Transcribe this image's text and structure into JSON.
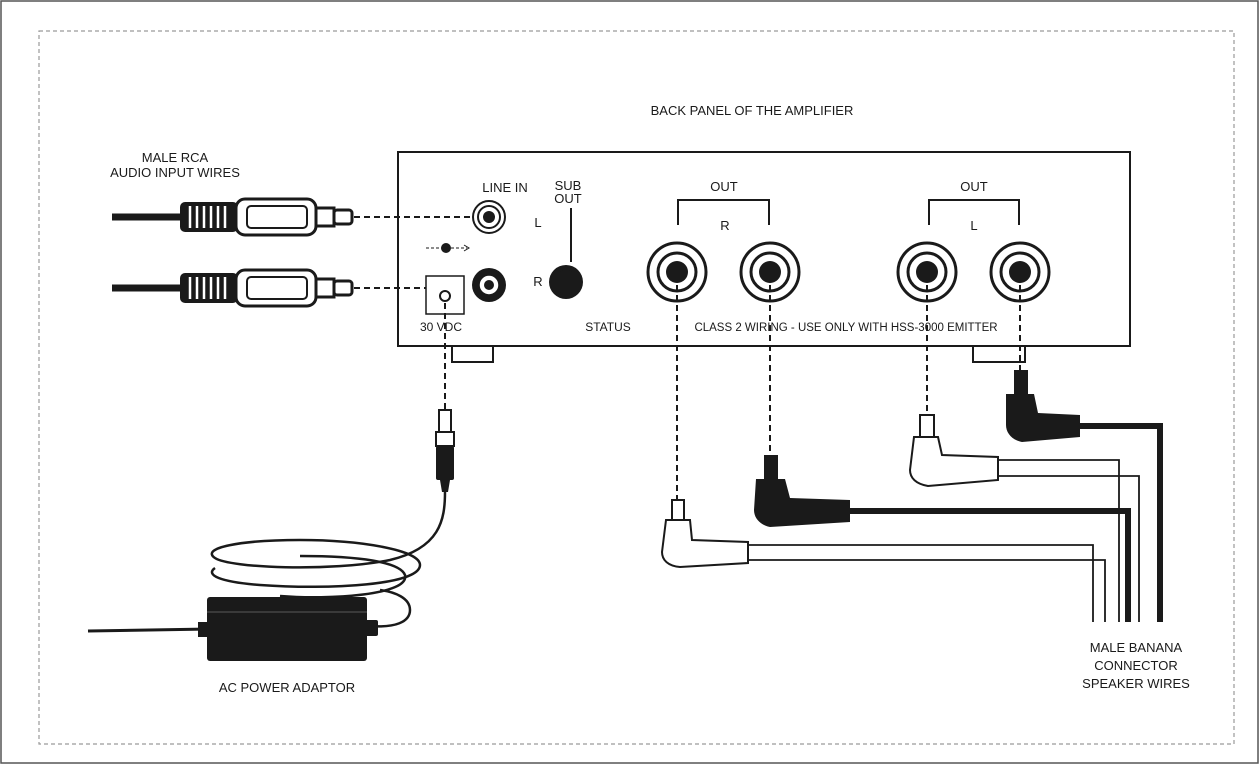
{
  "labels": {
    "back_panel_title": "BACK PANEL OF THE AMPLIFIER",
    "rca_line1": "MALE RCA",
    "rca_line2": "AUDIO INPUT WIRES",
    "line_in": "LINE IN",
    "line_in_left": "L",
    "line_in_right": "R",
    "sub_out_line1": "SUB",
    "sub_out_line2": "OUT",
    "out_right_group": "OUT",
    "out_right_channel": "R",
    "out_left_group": "OUT",
    "out_left_channel": "L",
    "dc_input": "30 VDC",
    "status": "STATUS",
    "class2_warning": "CLASS 2 WIRING - USE ONLY WITH HSS-3000 EMITTER",
    "power_adaptor": "AC POWER ADAPTOR",
    "banana_line1": "MALE BANANA",
    "banana_line2": "CONNECTOR",
    "banana_line3": "SPEAKER WIRES"
  },
  "colors": {
    "ink": "#1a1a1a",
    "frame": "#9a9a9a",
    "paper": "#ffffff"
  }
}
